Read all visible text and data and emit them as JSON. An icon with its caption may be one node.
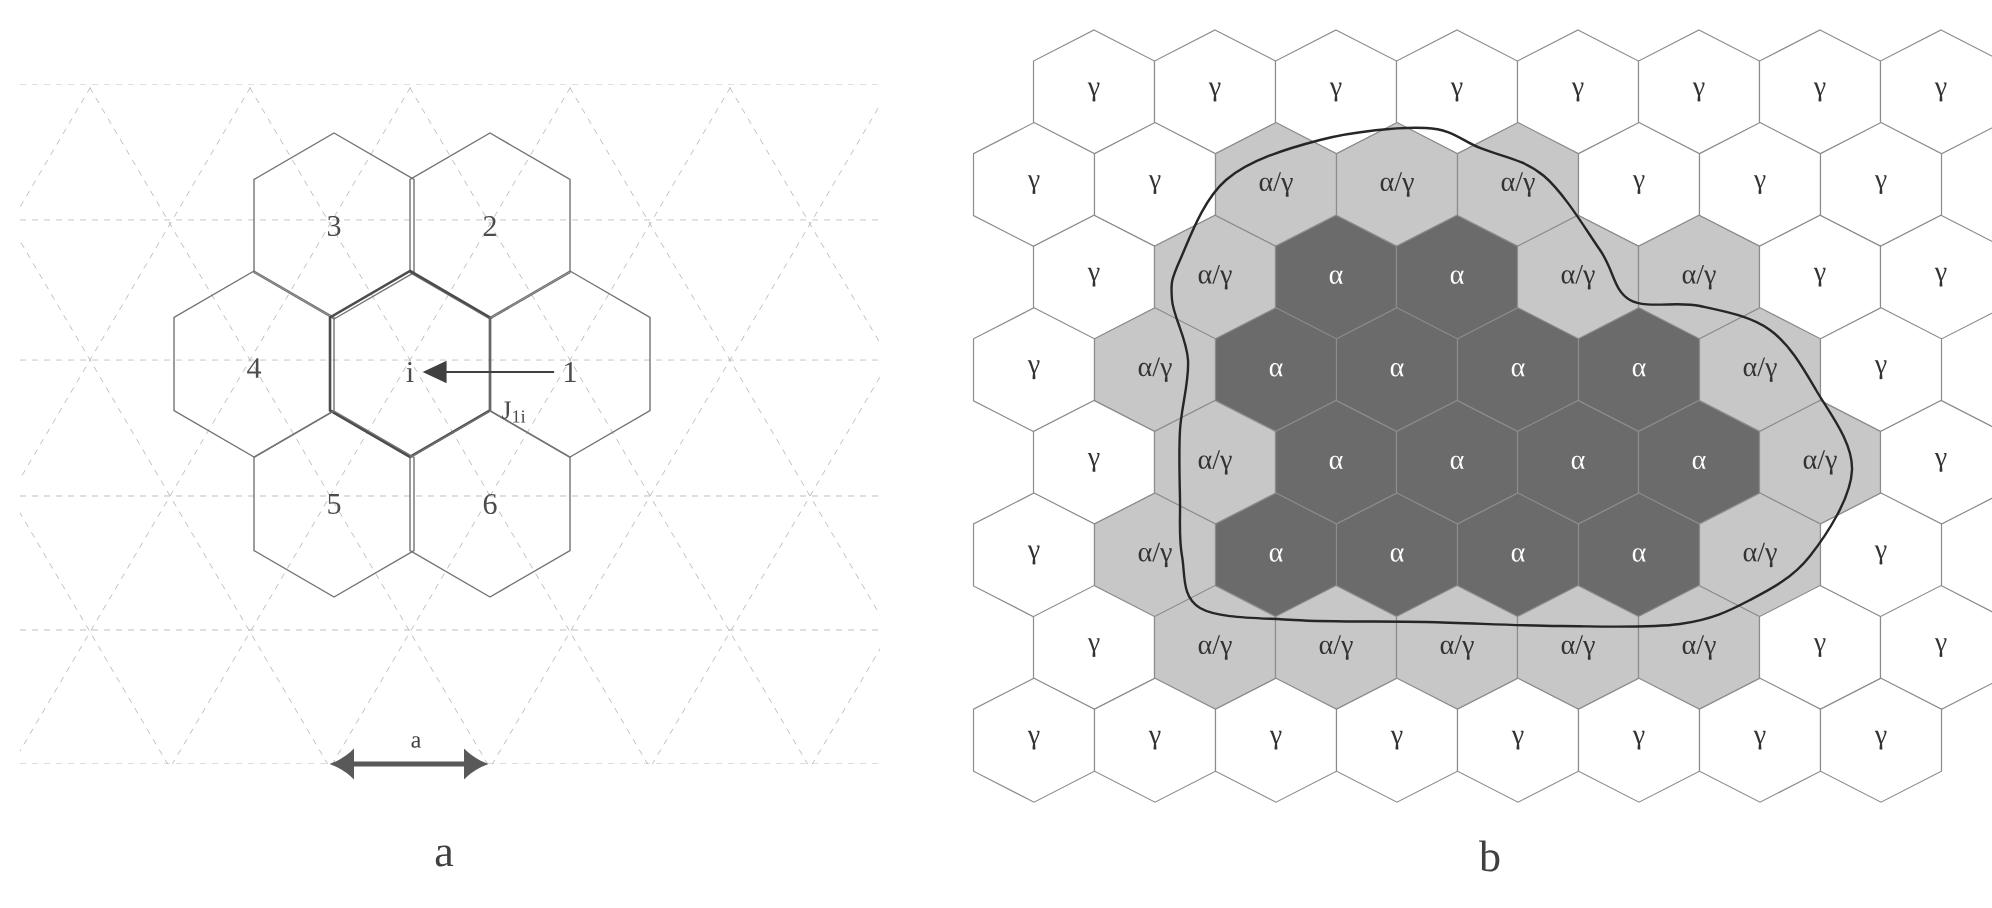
{
  "diagram": {
    "nodes": [
      {
        "text": [
          "3"
        ]
      },
      {
        "text": [
          "2"
        ]
      },
      {
        "text": [
          "4"
        ]
      },
      {
        "text": [
          "i"
        ]
      },
      {
        "text": [
          "1"
        ]
      },
      {
        "text": [
          "5"
        ]
      },
      {
        "text": [
          "6"
        ]
      },
      {
        "text": [
          "γ"
        ]
      },
      {
        "text": [
          "γ"
        ]
      },
      {
        "text": [
          "γ"
        ]
      },
      {
        "text": [
          "γ"
        ]
      },
      {
        "text": [
          "γ"
        ]
      },
      {
        "text": [
          "γ"
        ]
      },
      {
        "text": [
          "γ"
        ]
      },
      {
        "text": [
          "γ"
        ]
      },
      {
        "text": [
          "γ"
        ]
      },
      {
        "text": [
          "γ"
        ]
      },
      {
        "text": [
          "α/γ"
        ]
      },
      {
        "text": [
          "α/γ"
        ]
      },
      {
        "text": [
          "α/γ"
        ]
      },
      {
        "text": [
          "γ"
        ]
      },
      {
        "text": [
          "γ"
        ]
      },
      {
        "text": [
          "γ"
        ]
      },
      {
        "text": [
          "γ"
        ]
      },
      {
        "text": [
          "α/γ"
        ]
      },
      {
        "text": [
          "α"
        ]
      },
      {
        "text": [
          "α"
        ]
      },
      {
        "text": [
          "α/γ"
        ]
      },
      {
        "text": [
          "α/γ"
        ]
      },
      {
        "text": [
          "γ"
        ]
      },
      {
        "text": [
          "γ"
        ]
      },
      {
        "text": [
          "γ"
        ]
      },
      {
        "text": [
          "α/γ"
        ]
      },
      {
        "text": [
          "α"
        ]
      },
      {
        "text": [
          "α"
        ]
      },
      {
        "text": [
          "α"
        ]
      },
      {
        "text": [
          "α"
        ]
      },
      {
        "text": [
          "α/γ"
        ]
      },
      {
        "text": [
          "γ"
        ]
      },
      {
        "text": [
          "γ"
        ]
      },
      {
        "text": [
          "α/γ"
        ]
      },
      {
        "text": [
          "α"
        ]
      },
      {
        "text": [
          "α"
        ]
      },
      {
        "text": [
          "α"
        ]
      },
      {
        "text": [
          "α"
        ]
      },
      {
        "text": [
          "α/γ"
        ]
      },
      {
        "text": [
          "γ"
        ]
      },
      {
        "text": [
          "γ"
        ]
      },
      {
        "text": [
          "α/γ"
        ]
      },
      {
        "text": [
          "α"
        ]
      },
      {
        "text": [
          "α"
        ]
      },
      {
        "text": [
          "α"
        ]
      },
      {
        "text": [
          "α"
        ]
      },
      {
        "text": [
          "α/γ"
        ]
      },
      {
        "text": [
          "γ"
        ]
      },
      {
        "text": [
          "γ"
        ]
      },
      {
        "text": [
          "α/γ"
        ]
      },
      {
        "text": [
          "α/γ"
        ]
      },
      {
        "text": [
          "α/γ"
        ]
      },
      {
        "text": [
          "α/γ"
        ]
      },
      {
        "text": [
          "α/γ"
        ]
      },
      {
        "text": [
          "γ"
        ]
      },
      {
        "text": [
          "γ"
        ]
      },
      {
        "text": [
          "γ"
        ]
      },
      {
        "text": [
          "γ"
        ]
      },
      {
        "text": [
          "γ"
        ]
      },
      {
        "text": [
          "γ"
        ]
      },
      {
        "text": [
          "γ"
        ]
      },
      {
        "text": [
          "γ"
        ]
      },
      {
        "text": [
          "γ"
        ]
      },
      {
        "text": [
          "γ"
        ]
      }
    ],
    "edges": [
      {
        "from": 4,
        "to": 3,
        "arrow": "to",
        "label": "J$_{1i}$"
      }
    ],
    "labels": [
      "a",
      "a",
      "b"
    ]
  }
}
